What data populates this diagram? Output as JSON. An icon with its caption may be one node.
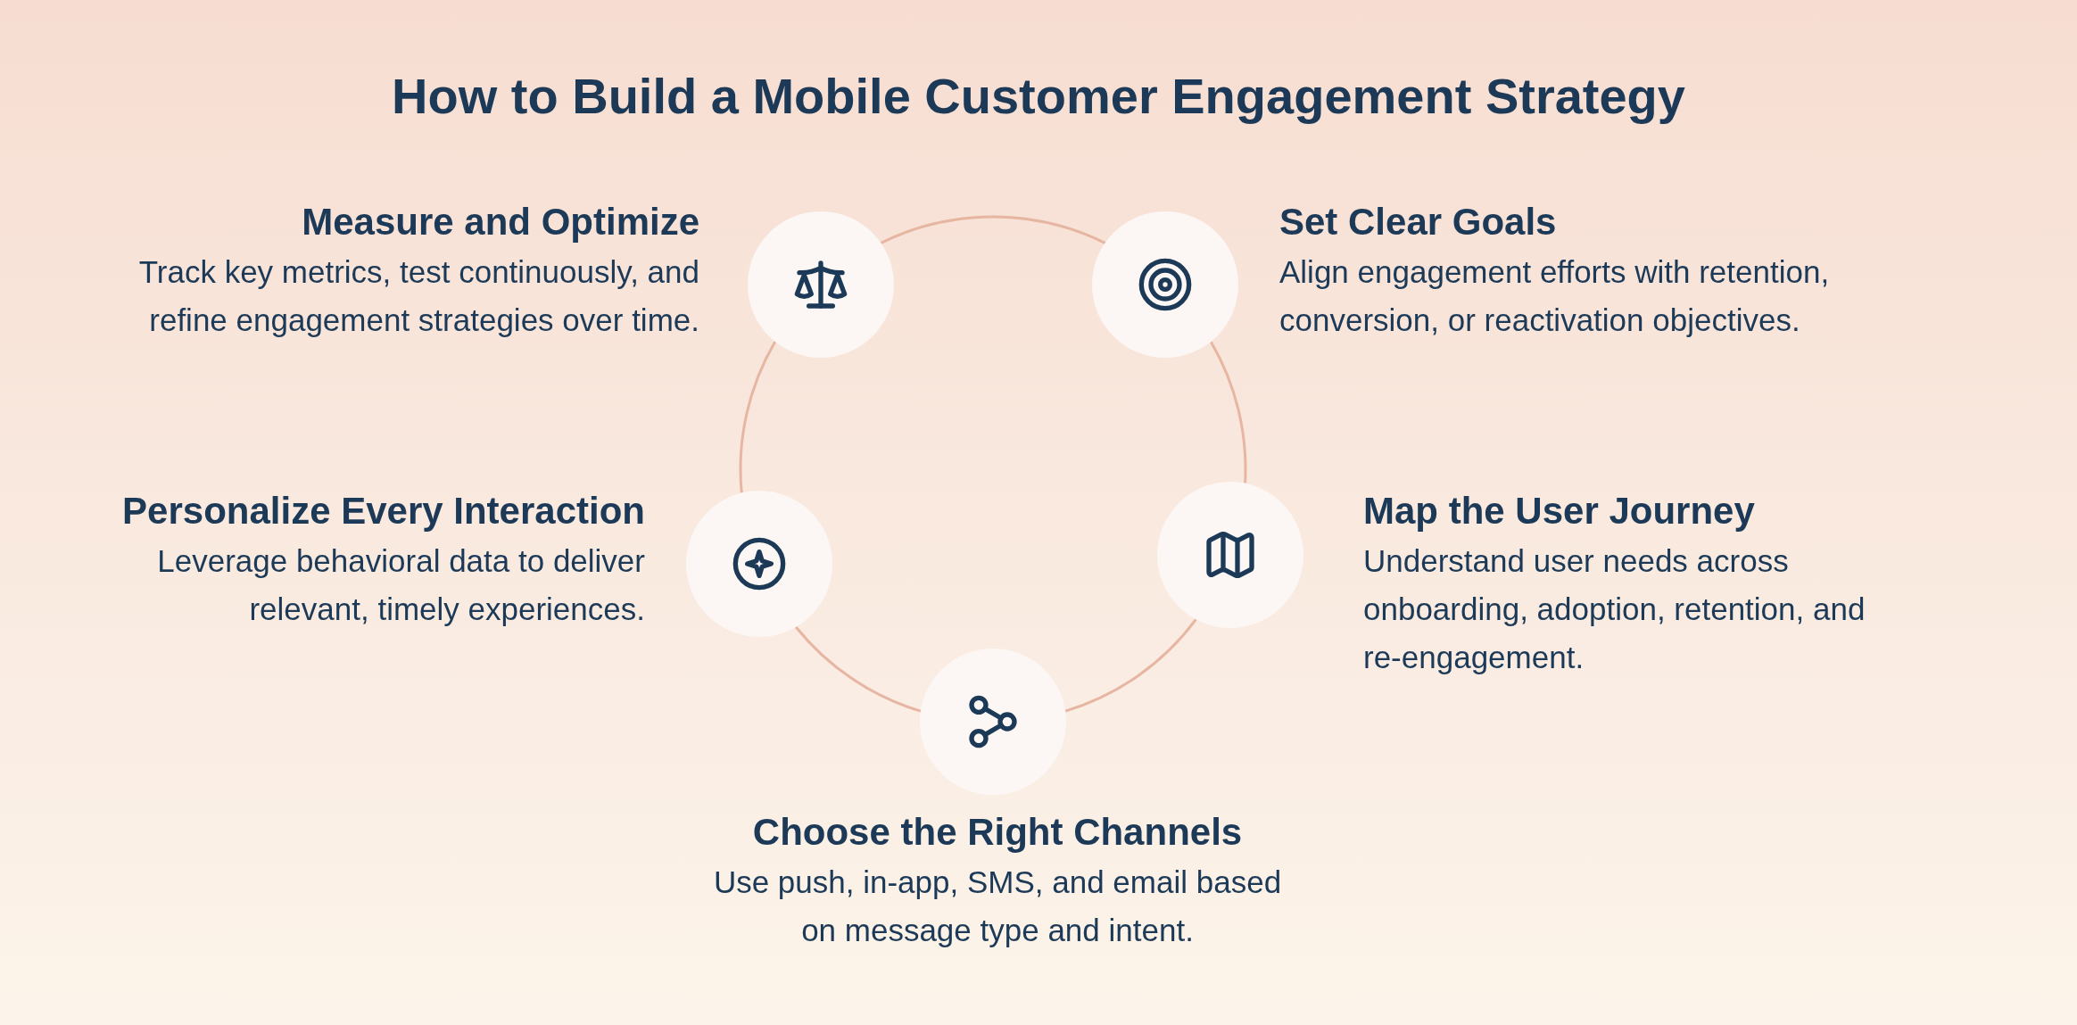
{
  "diagram": {
    "title": "How to Build a Mobile Customer Engagement Strategy",
    "nodes": [
      {
        "text": [],
        "shape": "circle",
        "beside": [
          "Set Clear Goals",
          "Align engagement efforts with retention, conversion, or reactivation objectives."
        ]
      },
      {
        "text": [],
        "shape": "circle",
        "beside": [
          "Map the User Journey",
          "Understand user needs across onboarding, adoption, retention, and re-engagement."
        ]
      },
      {
        "text": [],
        "shape": "circle",
        "beside": [
          "Choose the Right Channels",
          "Use push, in-app, SMS, and email based on message type and intent."
        ]
      },
      {
        "text": [],
        "shape": "circle",
        "beside": [
          "Personalize Every Interaction",
          "Leverage behavioral data to deliver relevant, timely experiences."
        ]
      },
      {
        "text": [],
        "shape": "circle",
        "beside": [
          "Measure and Optimize",
          "Track key metrics, test continuously, and refine engagement strategies over time."
        ]
      }
    ],
    "edges": [
      {
        "from": 0,
        "to": 1,
        "arrow": "none"
      },
      {
        "from": 1,
        "to": 2,
        "arrow": "none"
      },
      {
        "from": 2,
        "to": 3,
        "arrow": "none"
      },
      {
        "from": 3,
        "to": 4,
        "arrow": "none"
      },
      {
        "from": 4,
        "to": 0,
        "arrow": "none"
      }
    ]
  }
}
